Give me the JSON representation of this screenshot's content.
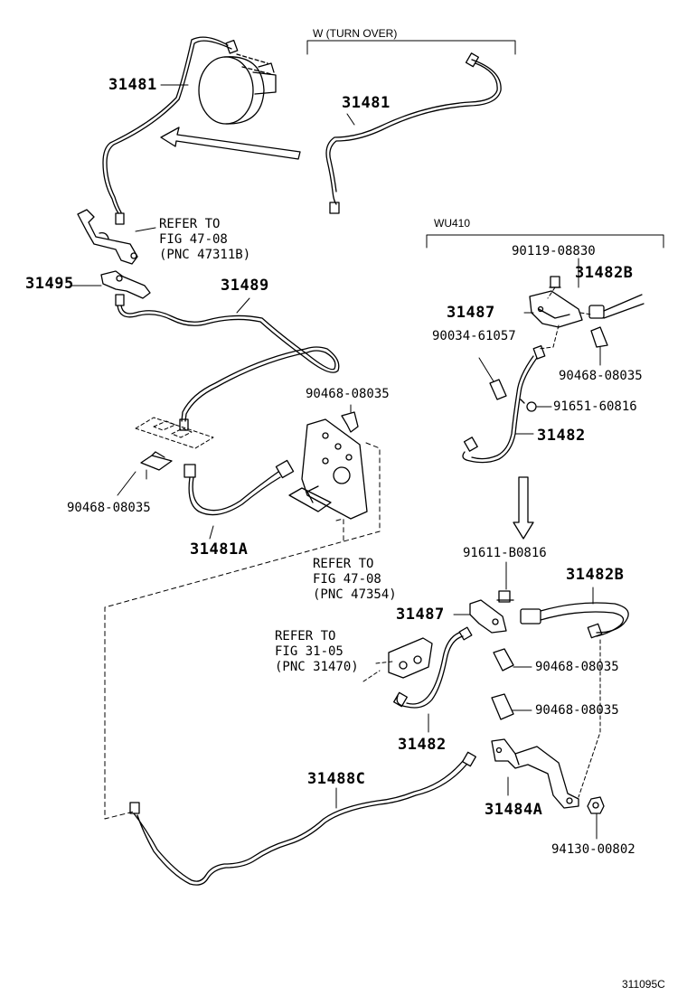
{
  "variant_turn_over": "W (TURN OVER)",
  "variant_wu410": "WU410",
  "figure_code": "311095C",
  "parts": {
    "p31481_a": "31481",
    "p31481_b": "31481",
    "p31495": "31495",
    "p31489": "31489",
    "p90468_left": "90468-08035",
    "p31481A": "31481A",
    "p90468_center": "90468-08035",
    "p90119": "90119-08830",
    "p31482B_top": "31482B",
    "p31487_top": "31487",
    "p90034": "90034-61057",
    "p90468_right": "90468-08035",
    "p91651": "91651-60816",
    "p31482_top": "31482",
    "p91611": "91611-B0816",
    "p31482B_bot": "31482B",
    "p31487_bot": "31487",
    "p90468_bot1": "90468-08035",
    "p90468_bot2": "90468-08035",
    "p31482_bot": "31482",
    "p31488C": "31488C",
    "p31484A": "31484A",
    "p94130": "94130-00802"
  },
  "refs": {
    "ref1": [
      "REFER TO",
      "FIG 47-08",
      "(PNC 47311B)"
    ],
    "ref2": [
      "REFER TO",
      "FIG 47-08",
      "(PNC 47354)"
    ],
    "ref3": [
      "REFER TO",
      "FIG 31-05",
      "(PNC 31470)"
    ]
  }
}
